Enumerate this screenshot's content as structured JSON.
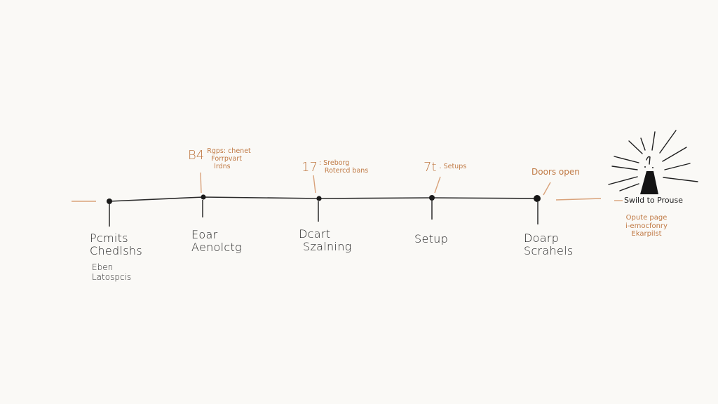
{
  "diagram": {
    "type": "hand-drawn timeline",
    "colors": {
      "background": "#faf9f6",
      "ink": "#1e1e1e",
      "accent": "#c07a45"
    },
    "milestones": [
      {
        "label_lines": [
          "Pcmits",
          "Chedlshs"
        ],
        "sub_lines": [
          "Eben",
          "Latospcis"
        ],
        "annotation": null
      },
      {
        "label_lines": [
          "Eoar",
          "Aenolctg"
        ],
        "sub_lines": [],
        "annotation": {
          "number": "B4",
          "lines": [
            "Rgps: chenet",
            "Forrpvart",
            "lrdns"
          ]
        }
      },
      {
        "label_lines": [
          "Dcart",
          "Szalning"
        ],
        "sub_lines": [],
        "annotation": {
          "number": "17",
          "separator": ":",
          "lines": [
            "Sreborg",
            "Rotercd bans"
          ]
        }
      },
      {
        "label_lines": [
          "Setup"
        ],
        "sub_lines": [],
        "annotation": {
          "number": "7t",
          "separator": ".",
          "lines": [
            "Setups"
          ]
        }
      },
      {
        "label_lines": [
          "Doarp",
          "Scrahels"
        ],
        "sub_lines": [],
        "annotation": {
          "text": "Doors open"
        }
      }
    ],
    "finale": {
      "icon": "spotlight-burst-icon",
      "label": "Swild to Prouse",
      "sub_lines": [
        "Opute page",
        "i-emocfonry",
        "Ekarpilst"
      ]
    }
  }
}
